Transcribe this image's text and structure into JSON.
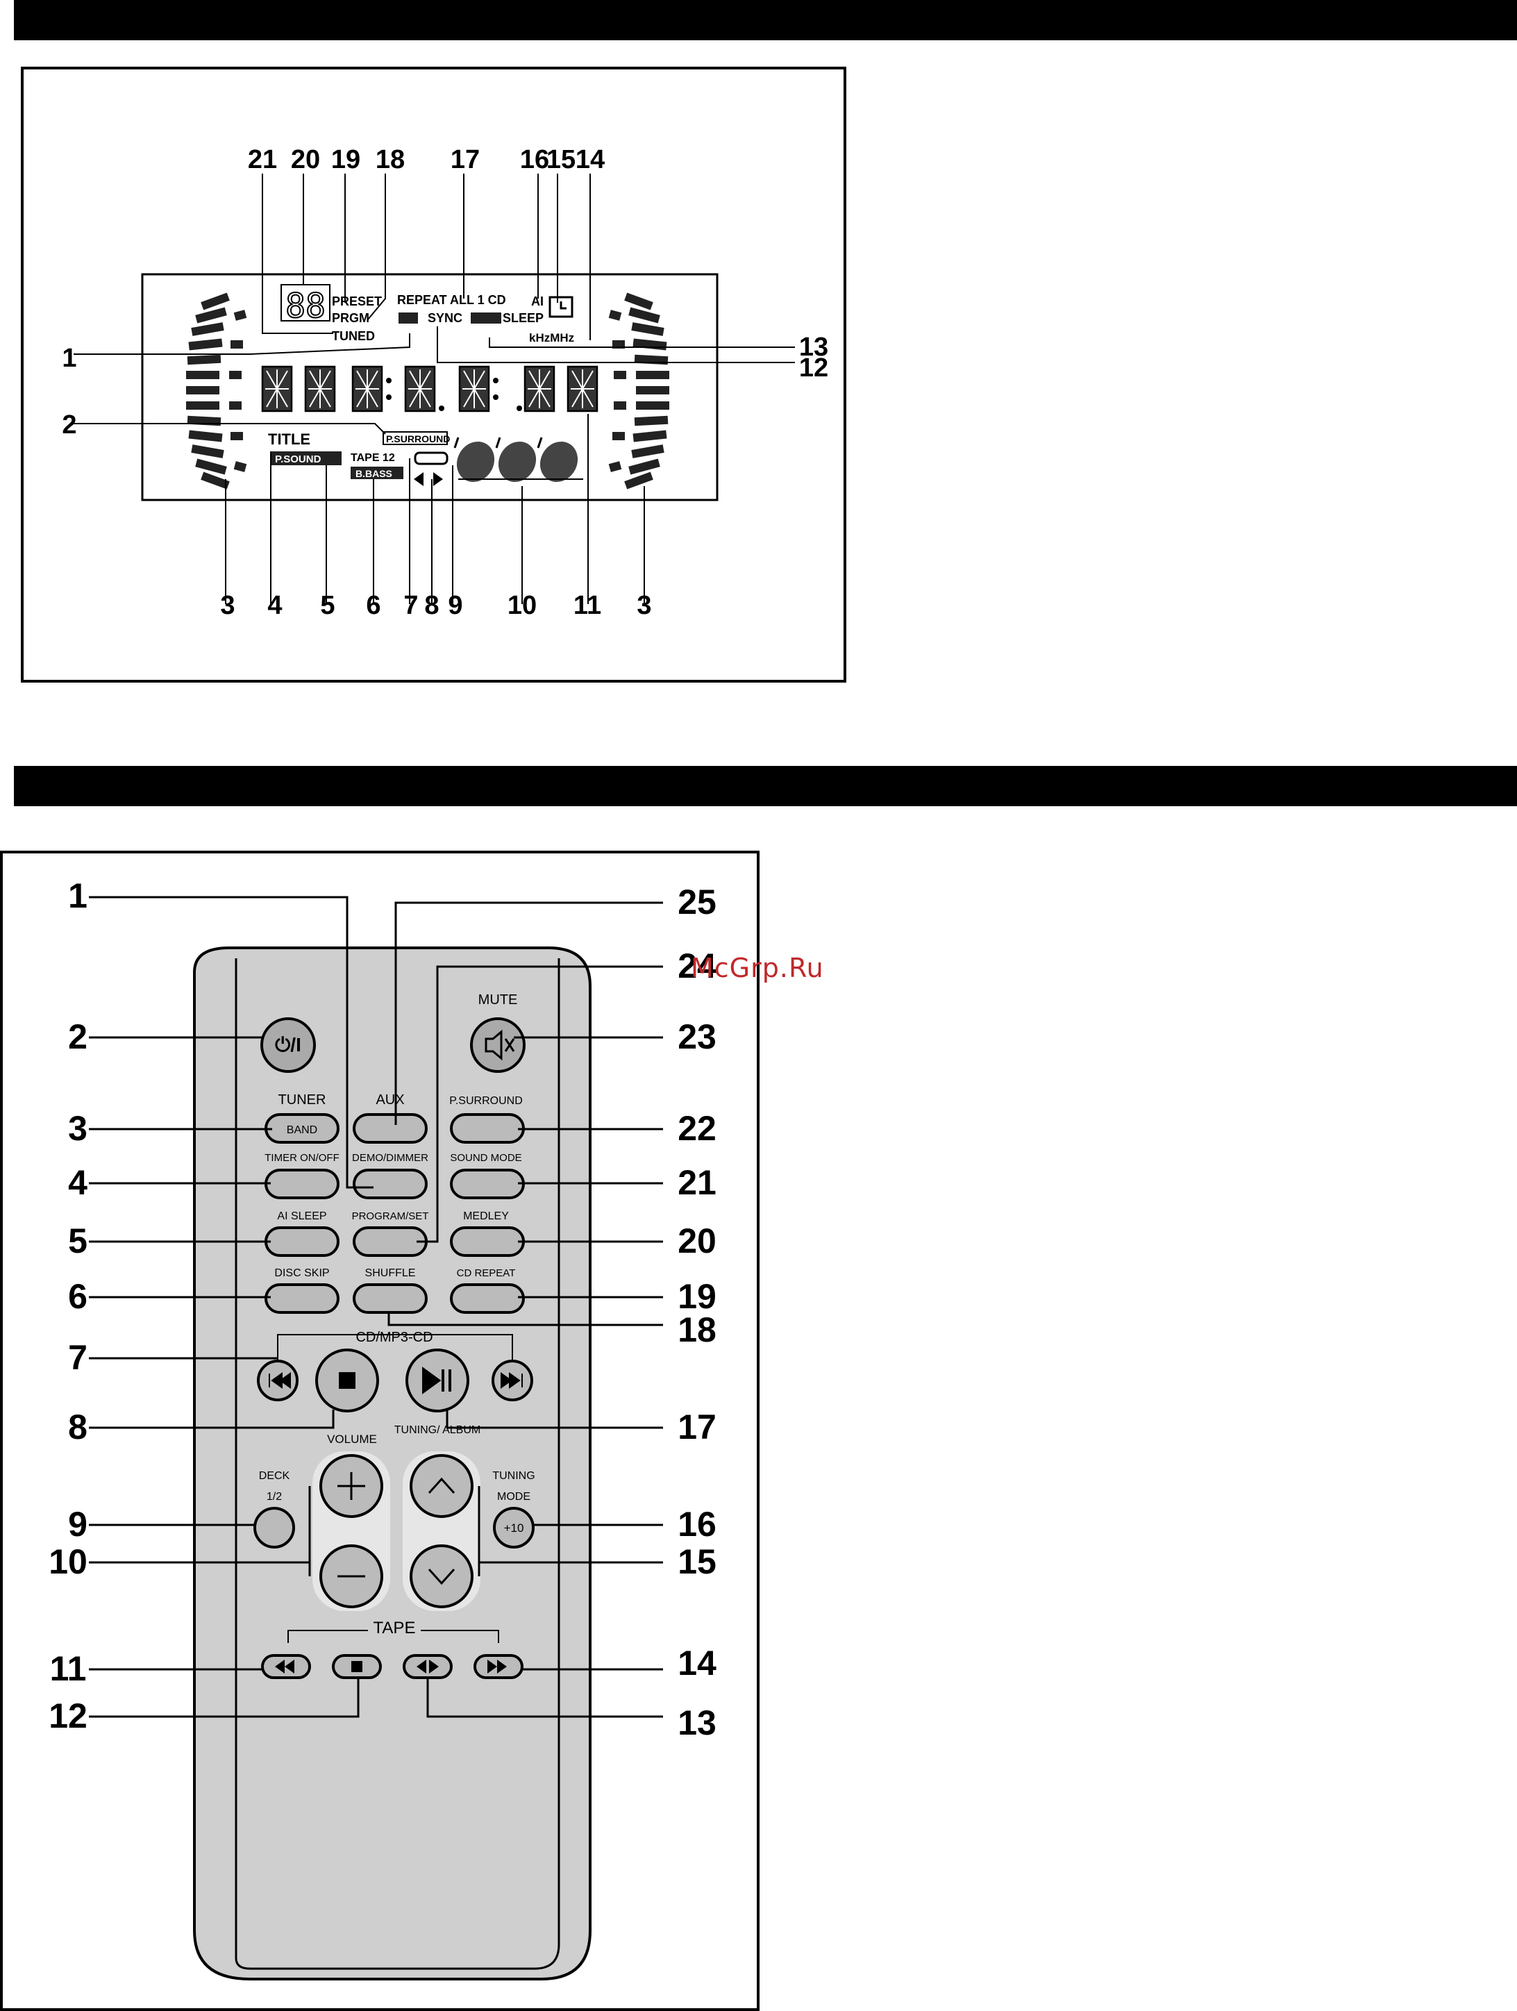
{
  "display": {
    "callouts_top": [
      "21",
      "20",
      "19",
      "18",
      "17",
      "16",
      "15",
      "14"
    ],
    "callouts_left": [
      "1",
      "2"
    ],
    "callouts_right": [
      "13",
      "12"
    ],
    "callouts_bottom": [
      "3",
      "4",
      "5",
      "6",
      "7",
      "8",
      "9",
      "10",
      "11",
      "3"
    ],
    "indicators": {
      "preset": "PRESET",
      "prgm": "PRGM",
      "tuned": "TUNED",
      "repeat": "REPEAT ALL 1 CD",
      "sync": "SYNC",
      "ai": "AI",
      "sleep": "SLEEP",
      "khz": "kHzMHz",
      "title": "TITLE",
      "psound": "P.SOUND",
      "psurround": "P.SURROUND",
      "tape12": "TAPE 12",
      "bbass": "B.BASS",
      "seg_a": "88"
    }
  },
  "remote": {
    "callouts_left": [
      "1",
      "2",
      "3",
      "4",
      "5",
      "6",
      "7",
      "8",
      "9",
      "10",
      "11",
      "12"
    ],
    "callouts_right": [
      "25",
      "24",
      "23",
      "22",
      "21",
      "20",
      "19",
      "18",
      "17",
      "16",
      "15",
      "14",
      "13"
    ],
    "labels": {
      "mute": "MUTE",
      "power": "⏻/I",
      "tuner": "TUNER",
      "band": "BAND",
      "aux": "AUX",
      "psurround": "P.SURROUND",
      "timer": "TIMER ON/OFF",
      "dimmer": "DEMO/DIMMER",
      "soundmode": "SOUND MODE",
      "aisleep": "AI SLEEP",
      "programset": "PROGRAM/SET",
      "medley": "MEDLEY",
      "discskip": "DISC SKIP",
      "shuffle": "SHUFFLE",
      "cdrepeat": "CD REPEAT",
      "cdmp3": "CD/MP3-CD",
      "volume": "VOLUME",
      "tuningalbum": "TUNING/ ALBUM",
      "deck": "DECK 1/2",
      "tuningmode": "TUNING MODE",
      "plus10": "+10",
      "tape": "TAPE"
    }
  }
}
